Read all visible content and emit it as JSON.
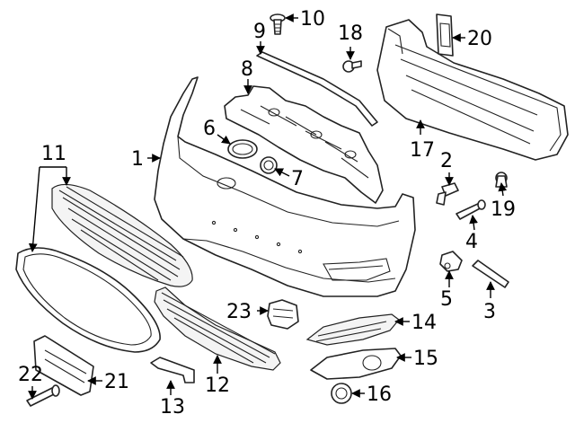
{
  "diagram": {
    "callouts": [
      {
        "id": "c1",
        "text": "1"
      },
      {
        "id": "c2",
        "text": "2"
      },
      {
        "id": "c3",
        "text": "3"
      },
      {
        "id": "c4",
        "text": "4"
      },
      {
        "id": "c5",
        "text": "5"
      },
      {
        "id": "c6",
        "text": "6"
      },
      {
        "id": "c7",
        "text": "7"
      },
      {
        "id": "c8",
        "text": "8"
      },
      {
        "id": "c9",
        "text": "9"
      },
      {
        "id": "c10",
        "text": "10"
      },
      {
        "id": "c11",
        "text": "11"
      },
      {
        "id": "c12",
        "text": "12"
      },
      {
        "id": "c13",
        "text": "13"
      },
      {
        "id": "c14",
        "text": "14"
      },
      {
        "id": "c15",
        "text": "15"
      },
      {
        "id": "c16",
        "text": "16"
      },
      {
        "id": "c17",
        "text": "17"
      },
      {
        "id": "c18",
        "text": "18"
      },
      {
        "id": "c19",
        "text": "19"
      },
      {
        "id": "c20",
        "text": "20"
      },
      {
        "id": "c21",
        "text": "21"
      },
      {
        "id": "c22",
        "text": "22"
      },
      {
        "id": "c23",
        "text": "23"
      }
    ]
  }
}
